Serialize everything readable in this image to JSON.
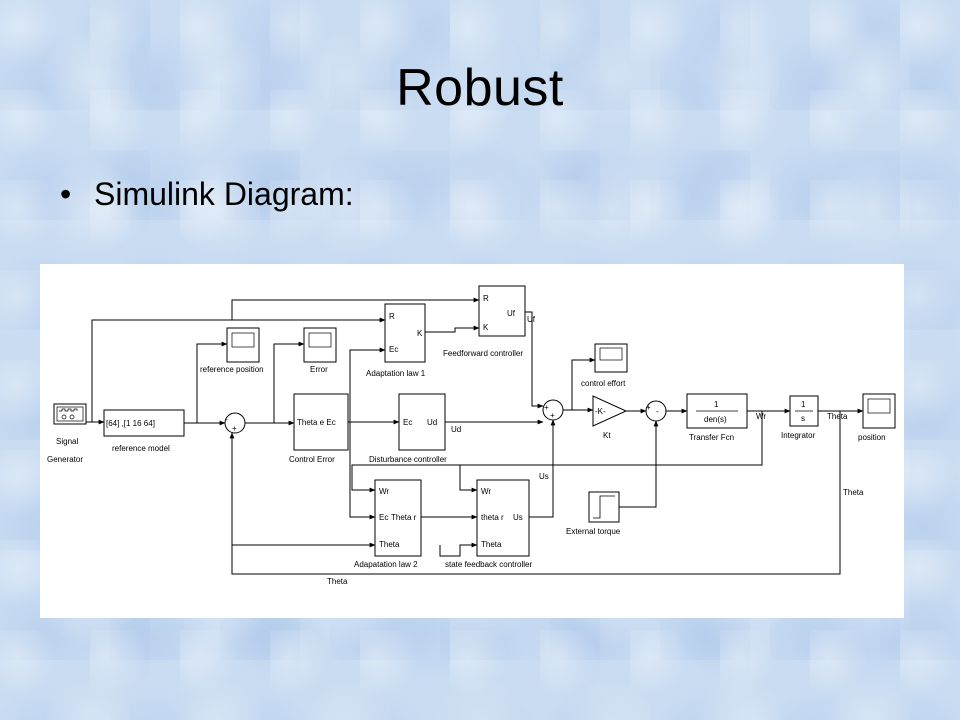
{
  "slide": {
    "title": "Robust",
    "bullet": "Simulink Diagram:"
  },
  "diagram": {
    "blocks": {
      "signal_generator": [
        "Signal",
        "Generator"
      ],
      "reference_model": {
        "content": "[64] ,[1  16 64]",
        "caption": "reference model"
      },
      "reference_position": "reference position",
      "error_scope": "Error",
      "adaptation_law_1": {
        "ports_in": [
          "R",
          "Ec"
        ],
        "port_out": "K",
        "caption": "Adaptation law 1"
      },
      "feedforward_controller": {
        "ports_in": [
          "R",
          "K"
        ],
        "port_out": "Uf",
        "caption": "Feedforward controller"
      },
      "control_error": {
        "content": "Theta e Ec",
        "caption": "Control Error"
      },
      "disturbance_controller": {
        "port_in": "Ec",
        "port_out": "Ud",
        "caption": "Disturbance controller"
      },
      "control_effort": "control effort",
      "gain": {
        "content": "-K-",
        "caption": "Kt"
      },
      "transfer_fcn": {
        "num": "1",
        "den": "den(s)",
        "caption": "Transfer Fcn"
      },
      "integrator": {
        "num": "1",
        "den": "s",
        "caption": "Integrator"
      },
      "position": "position",
      "adaptation_law_2": {
        "ports_in": [
          "Wr",
          "Ec",
          "Theta"
        ],
        "port_out": "Theta r",
        "caption": "Adapatation law 2"
      },
      "state_feedback_controller": {
        "ports_in": [
          "Wr",
          "theta r",
          "Theta"
        ],
        "port_out": "Us",
        "caption": "state feedback controller"
      },
      "external_torque": "External torque"
    },
    "signals": {
      "uf": "Uf",
      "ud": "Ud",
      "us": "Us",
      "wr": "Wr",
      "theta": "Theta"
    },
    "signs": {
      "sum1_minus": "-",
      "sum1_plus": "+",
      "sum3_minus": "-",
      "sum3_plus": "+",
      "sum2_plus": "+"
    }
  }
}
